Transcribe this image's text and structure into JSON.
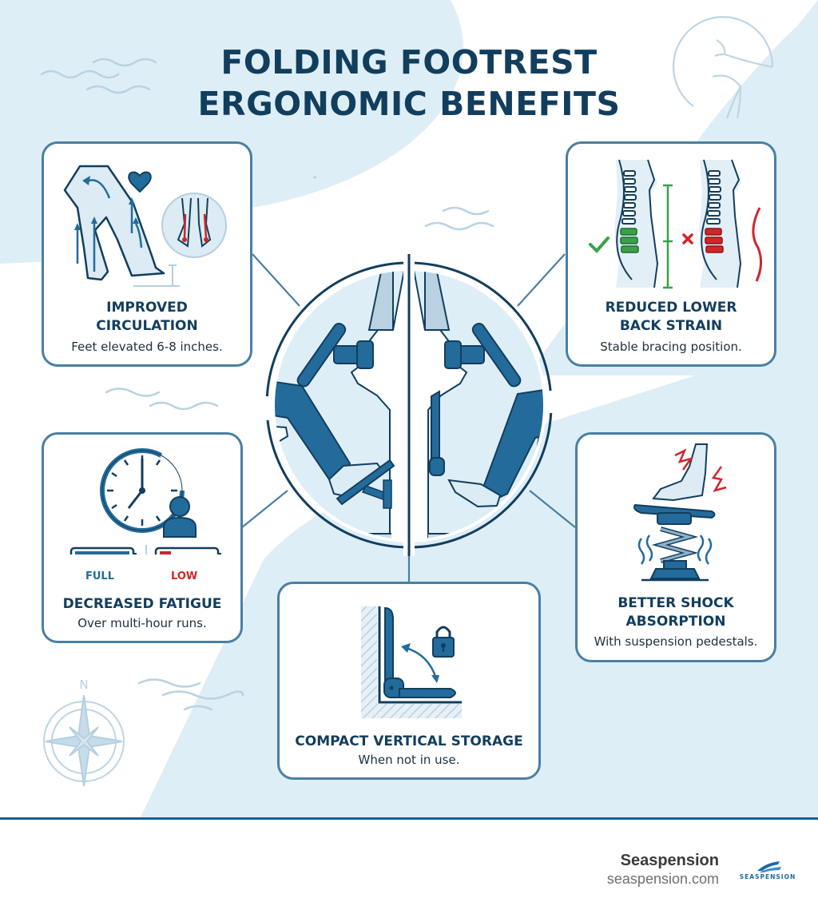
{
  "title": {
    "line1": "FOLDING FOOTREST",
    "line2": "ERGONOMIC BENEFITS"
  },
  "colors": {
    "navy": "#123e5e",
    "accent_blue": "#236b9b",
    "card_border": "#4a7fa3",
    "light_blue_bg": "#deeef7",
    "red": "#d0262a",
    "green": "#3aa14a",
    "footer_rule": "#1b5f8d"
  },
  "center_illustration": {
    "description": "Split circle: footrest deployed (left) vs folded vertically (right)",
    "icon": "driver-footrest-comparison-icon"
  },
  "benefits": [
    {
      "id": "circulation",
      "heading_line1": "IMPROVED",
      "heading_line2": "CIRCULATION",
      "subtitle": "Feet elevated 6-8 inches.",
      "icon": "elevated-legs-circulation-icon"
    },
    {
      "id": "back",
      "heading_line1": "REDUCED LOWER",
      "heading_line2": "BACK STRAIN",
      "subtitle": "Stable bracing position.",
      "icon": "spine-posture-comparison-icon"
    },
    {
      "id": "fatigue",
      "heading_line1": "DECREASED FATIGUE",
      "subtitle": "Over multi-hour runs.",
      "icon": "clock-person-battery-icon",
      "battery_full_label": "FULL",
      "battery_low_label": "LOW"
    },
    {
      "id": "shock",
      "heading_line1": "BETTER SHOCK",
      "heading_line2": "ABSORPTION",
      "subtitle": "With suspension pedestals.",
      "icon": "spring-pedestal-foot-icon"
    },
    {
      "id": "storage",
      "heading_line1": "COMPACT VERTICAL STORAGE",
      "subtitle": "When not in use.",
      "icon": "folding-bracket-lock-icon"
    }
  ],
  "decorations": {
    "compass_label": "N"
  },
  "footer": {
    "brand_name": "Seaspension",
    "brand_url": "seaspension.com",
    "logo_text": "SEASPENSION"
  }
}
